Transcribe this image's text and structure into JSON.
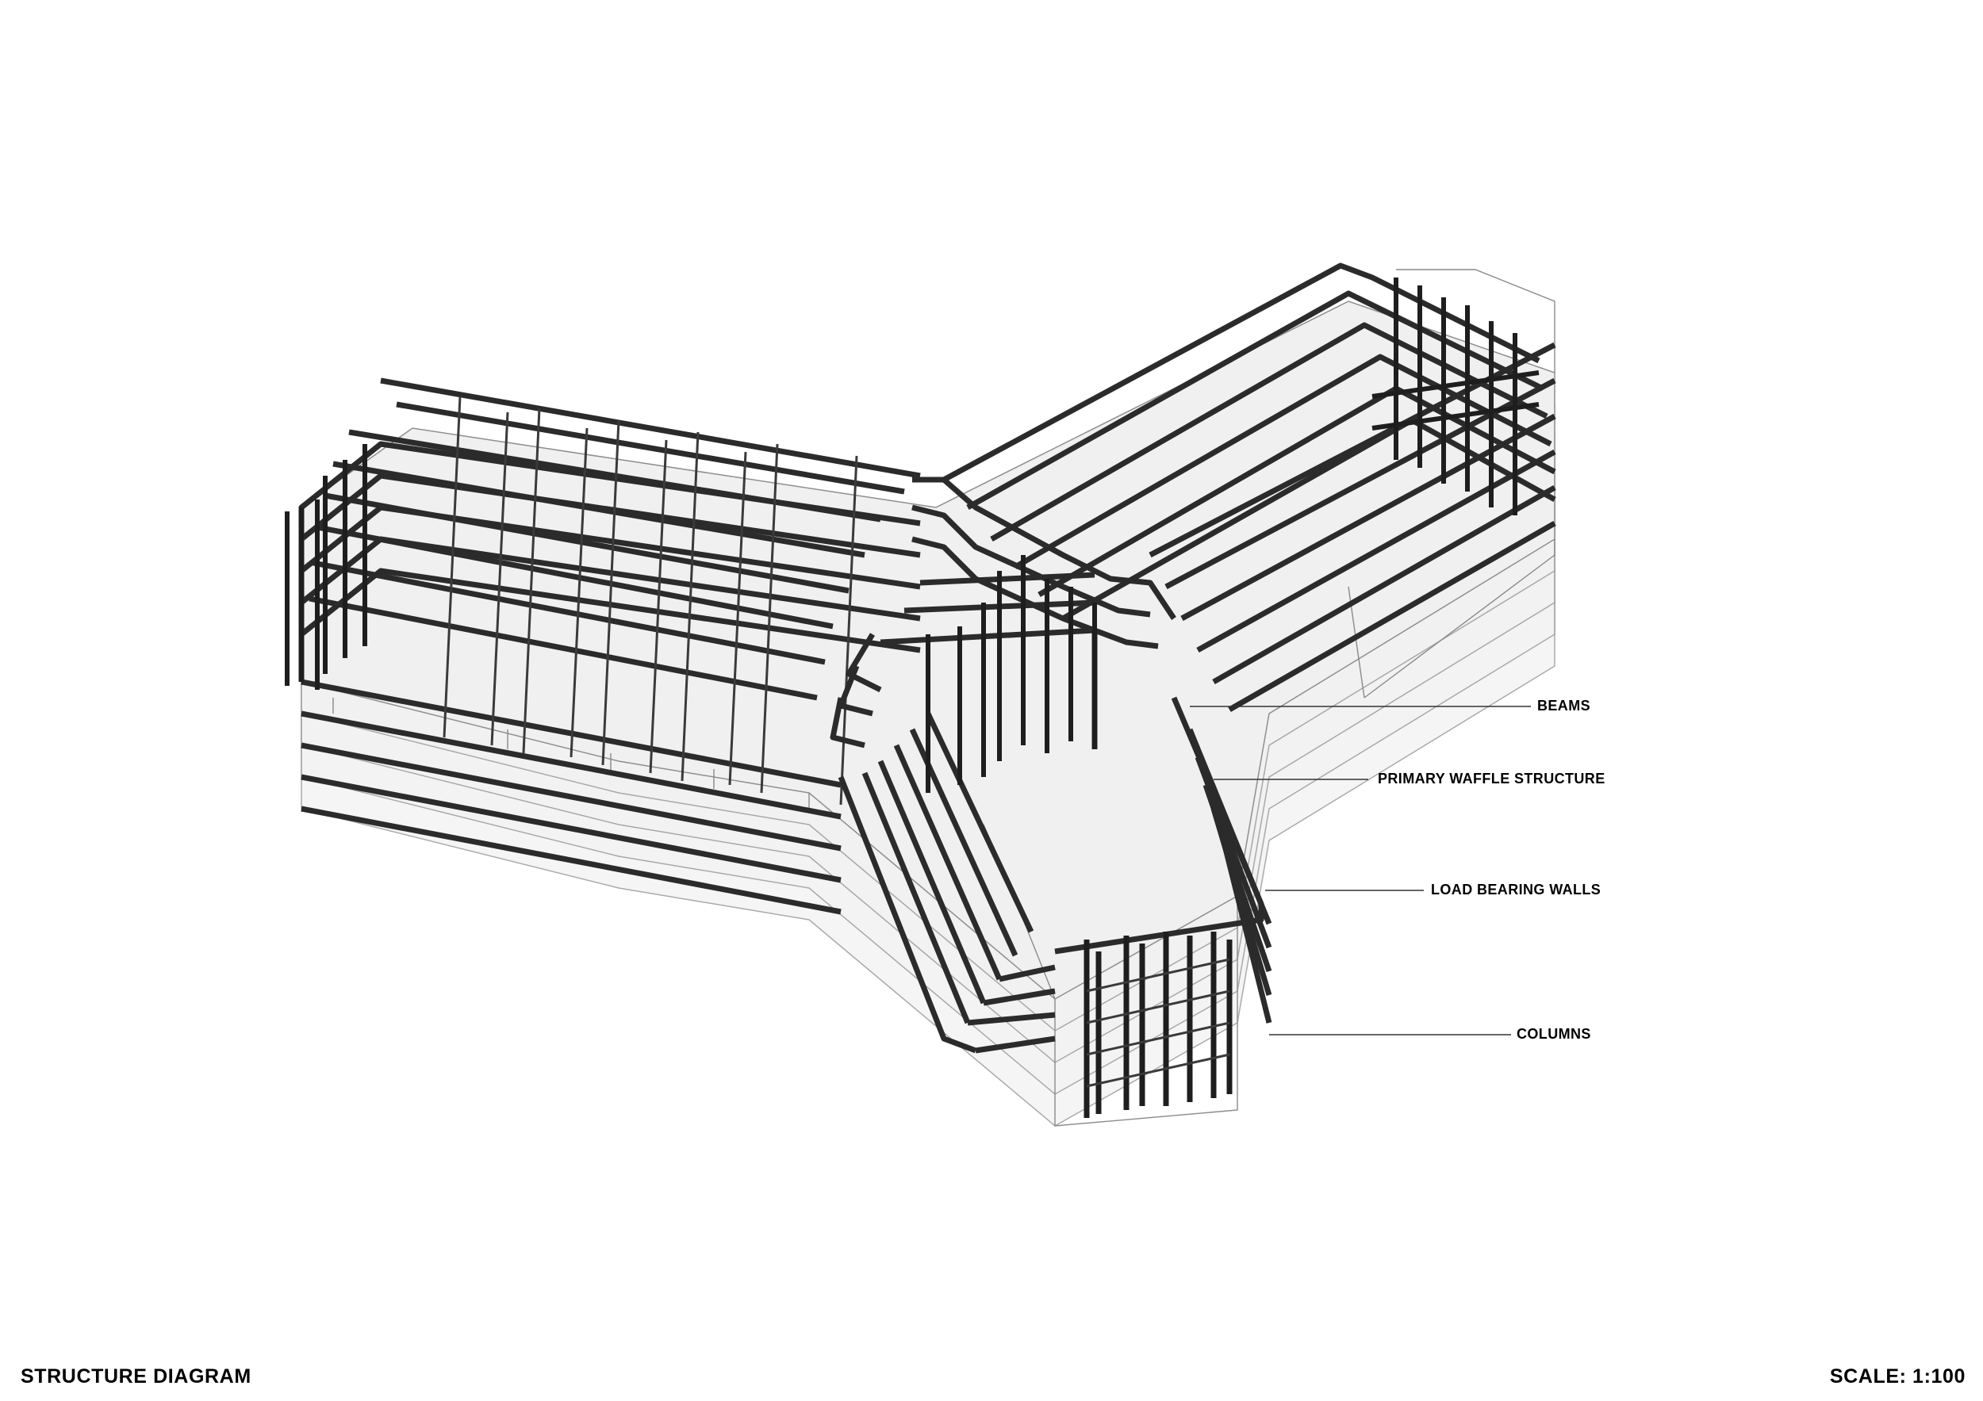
{
  "title": "STRUCTURE DIAGRAM",
  "scale": "SCALE: 1:100",
  "callouts": {
    "beams": "BEAMS",
    "waffle": "PRIMARY WAFFLE STRUCTURE",
    "walls": "LOAD BEARING WALLS",
    "columns": "COLUMNS"
  },
  "colors": {
    "steel": "#2b2b2b",
    "slab": "#f1f1f1",
    "outline": "#9a9a9a",
    "leader": "#333333"
  }
}
